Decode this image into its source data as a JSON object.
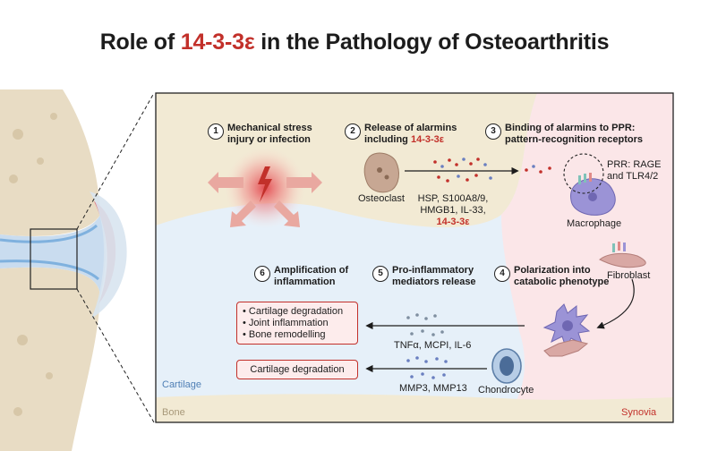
{
  "title": {
    "prefix": "Role of",
    "highlight": "14-3-3ε",
    "suffix": "in the Pathology of Osteoarthritis"
  },
  "steps": [
    {
      "num": "1",
      "line1": "Mechanical stress",
      "line2": "injury or infection"
    },
    {
      "num": "2",
      "line1": "Release of alarmins",
      "line2_prefix": "including",
      "line2_highlight": "14-3-3ε"
    },
    {
      "num": "3",
      "line1": "Binding of alarmins to PPR:",
      "line2": "pattern-recognition receptors"
    },
    {
      "num": "4",
      "line1": "Polarization into",
      "line2": "catabolic phenotype"
    },
    {
      "num": "5",
      "line1": "Pro-inflammatory",
      "line2": "mediators release"
    },
    {
      "num": "6",
      "line1": "Amplification of",
      "line2": "inflammation"
    }
  ],
  "labels": {
    "osteoclast": "Osteoclast",
    "alarmins_line1": "HSP, S100A8/9,",
    "alarmins_line2": "HMGB1, IL-33,",
    "alarmins_line3": "14-3-3ε",
    "prr_line1": "PRR: RAGE",
    "prr_line2": "and TLR4/2",
    "macrophage": "Macrophage",
    "fibroblast": "Fibroblast",
    "mediators_top": "TNFα, MCPI, IL-6",
    "mediators_bottom": "MMP3, MMP13",
    "chondrocyte": "Chondrocyte"
  },
  "outcomes": {
    "top": [
      "Cartilage degradation",
      "Joint inflammation",
      "Bone remodelling"
    ],
    "bottom": "Cartilage degradation"
  },
  "regions": {
    "cartilage": "Cartilage",
    "bone": "Bone",
    "synovia": "Synovia"
  },
  "colors": {
    "accent_red": "#c2302a",
    "bone": "#f2ead4",
    "cartilage": "#e6f0f9",
    "synovia": "#fbe6e8",
    "macrophage": "#9b93d6"
  }
}
